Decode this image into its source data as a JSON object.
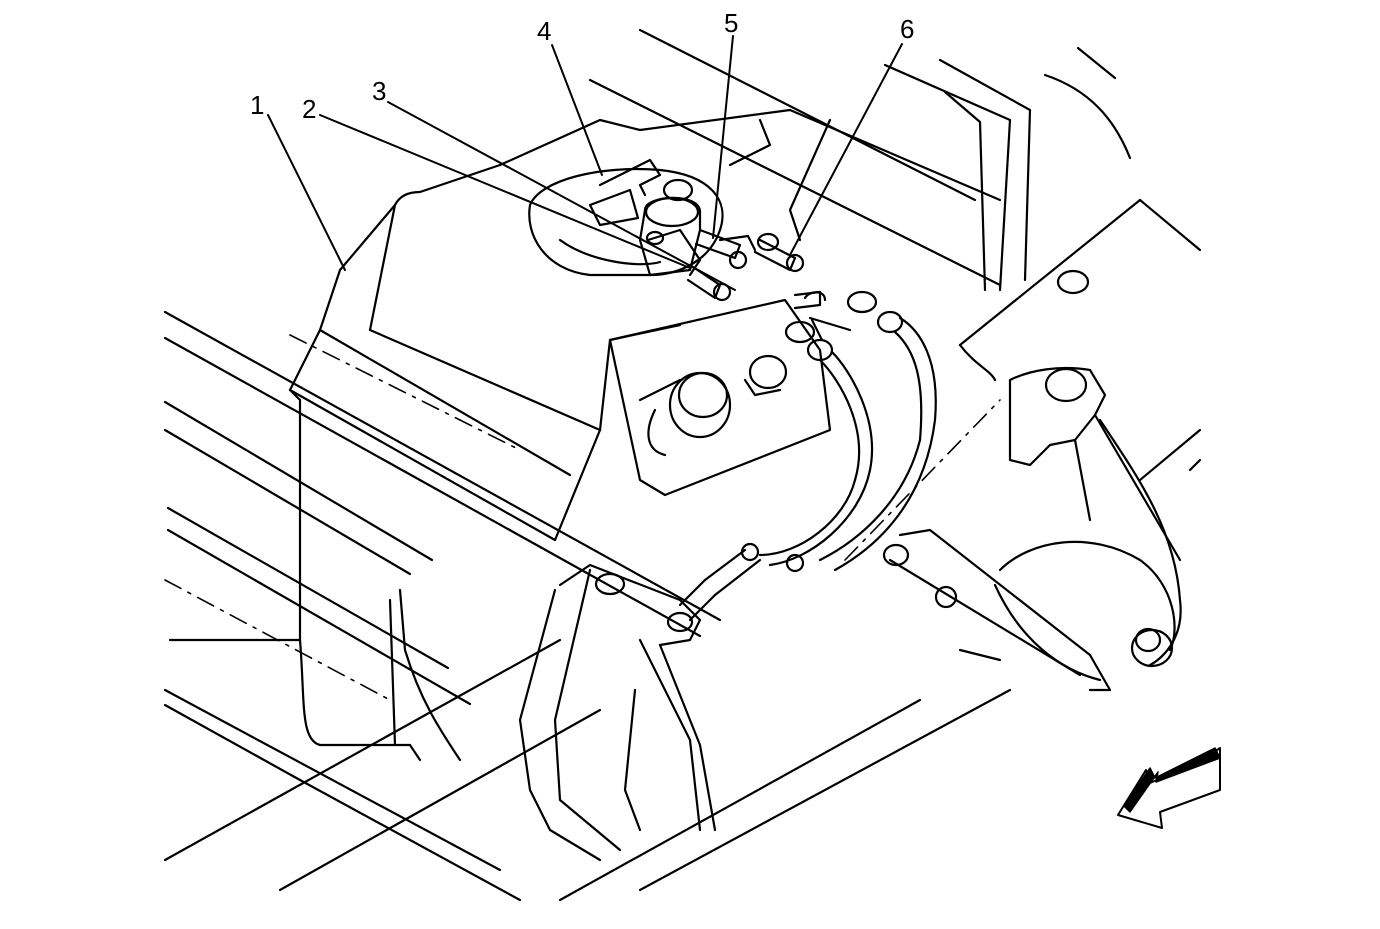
{
  "callouts": [
    {
      "id": "1",
      "label": "1"
    },
    {
      "id": "2",
      "label": "2"
    },
    {
      "id": "3",
      "label": "3"
    },
    {
      "id": "4",
      "label": "4"
    },
    {
      "id": "5",
      "label": "5"
    },
    {
      "id": "6",
      "label": "6"
    }
  ],
  "colors": {
    "line": "#000000",
    "fill": "#ffffff"
  },
  "icons": {
    "direction_arrow": "front-direction-arrow-icon"
  }
}
